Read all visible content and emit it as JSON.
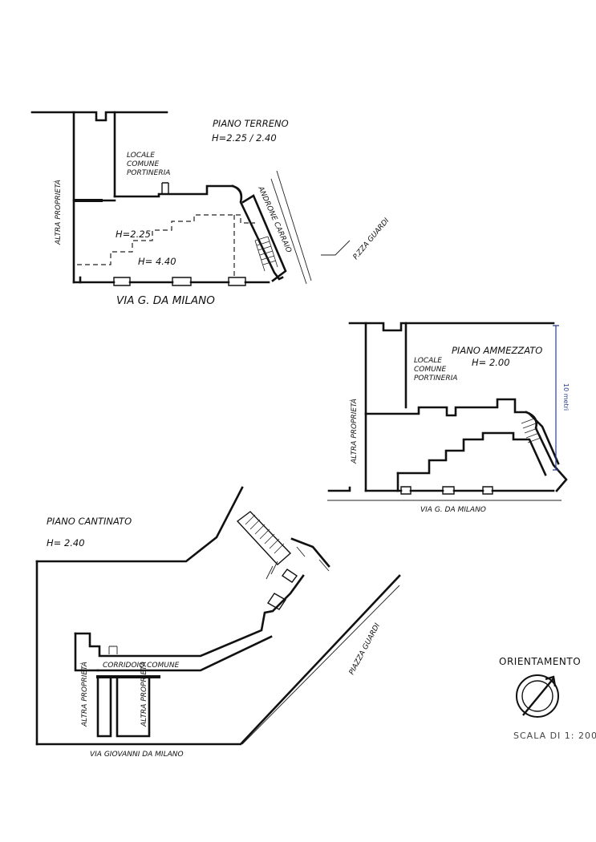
{
  "ground_floor": {
    "title": "PIANO TERRENO",
    "height": "H=2.25 / 2.40",
    "room_label": "LOCALE COMUNE PORTINERIA",
    "room_label_lines": [
      "LOCALE",
      "COMUNE",
      "PORTINERIA"
    ],
    "inner_height_1": "H=2.25",
    "inner_height_2": "H= 4.40",
    "adjacent": "ALTRA PROPRIETÀ",
    "entrance": "ANDRONE CARRAIO",
    "courtyard": "P.ZZA GUARDI",
    "street": "VIA G. DA MILANO"
  },
  "mezzanine": {
    "title": "PIANO AMMEZZATO",
    "height": "H= 2.00",
    "room_label_lines": [
      "LOCALE",
      "COMUNE",
      "PORTINERIA"
    ],
    "adjacent": "ALTRA PROPRIETÀ",
    "street": "VIA G. DA MILANO",
    "scale_bar": "10 metri"
  },
  "basement": {
    "title": "PIANO CANTINATO",
    "height": "H= 2.40",
    "corridor": "CORRIDOIO COMUNE",
    "adjacent_left": "ALTRA PROPRIETÀ",
    "adjacent_right": "ALTRA PROPRIETÀ",
    "square": "PIAZZA GUARDI",
    "street": "VIA GIOVANNI DA MILANO"
  },
  "legend": {
    "orientation": "ORIENTAMENTO",
    "scale": "SCALA DI 1: 200"
  }
}
